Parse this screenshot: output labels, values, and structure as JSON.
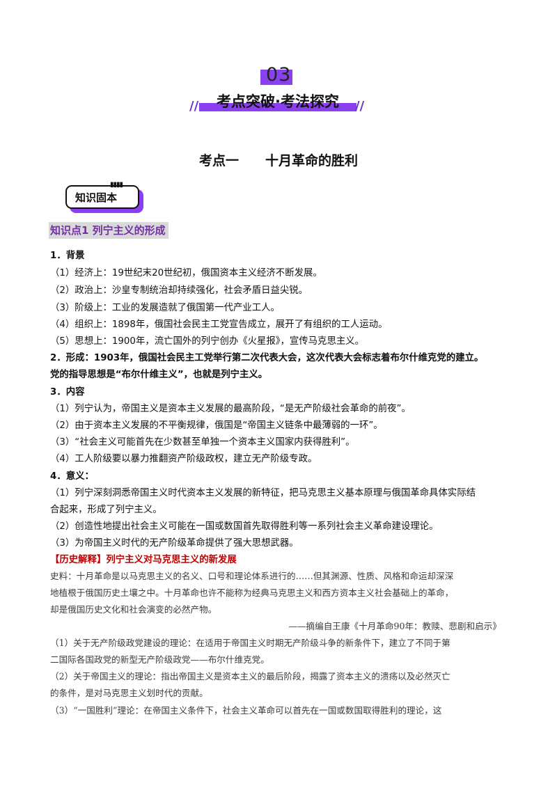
{
  "section": {
    "number": "03",
    "title": "考点突破·考法探究",
    "slash_left": "//",
    "slash_right": "//"
  },
  "topic_title": "考点一　　十月革命的胜利",
  "tag_label": "知识固本",
  "tag_rings": "▮▮▮▮",
  "knowledge_point": "知识点1  列宁主义的形成",
  "lines": [
    {
      "text": "1．背景",
      "bold": true
    },
    {
      "text": "（1）经济上：19世纪末20世纪初，俄国资本主义经济不断发展。"
    },
    {
      "text": "（2）政治上：沙皇专制统治却持续强化，社会矛盾日益尖锐。"
    },
    {
      "text": "（3）阶级上：工业的发展造就了俄国第一代产业工人。"
    },
    {
      "text": "（4）组织上：1898年，俄国社会民主工党宣告成立，展开了有组织的工人运动。"
    },
    {
      "text": "（5）思想上：1900年，流亡国外的列宁创办《火星报》，宣传马克思主义。"
    },
    {
      "text": "2．形成：1903年，俄国社会民主工党举行第二次代表大会，这次代表大会标志着布尔什维克党的建立。",
      "bold": true
    },
    {
      "text": "党的指导思想是“布尔什维主义”，也就是列宁主义。",
      "bold": true
    },
    {
      "text": "3．内容",
      "bold": true
    },
    {
      "text": "（1）列宁认为，帝国主义是资本主义发展的最高阶段，“是无产阶级社会革命的前夜”。"
    },
    {
      "text": "（2）由于资本主义发展的不平衡规律，俄国是“帝国主义链条中最薄弱的一环”。"
    },
    {
      "text": "（3）“社会主义可能首先在少数甚至单独一个资本主义国家内获得胜利”。"
    },
    {
      "text": "（4）工人阶级要以暴力推翻资产阶级政权，建立无产阶级专政。"
    },
    {
      "text": "4．意义：",
      "bold": true
    },
    {
      "text": "（1）列宁深刻洞悉帝国主义时代资本主义发展的新特征，把马克思主义基本原理与俄国革命具体实际结"
    },
    {
      "text": "合起来，形成了列宁主义。"
    },
    {
      "text": "（2）创造性地提出社会主义可能在一国或数国首先取得胜利等一系列社会主义革命建设理论。"
    },
    {
      "text": "（3）为帝国主义时代的无产阶级革命提供了强大思想武器。"
    }
  ],
  "history_heading": "【历史解释】列宁主义对马克思主义的新发展",
  "source_lines": [
    "史料：十月革命是以马克思主义的名义、口号和理论体系进行的……但其渊源、性质、风格和命运却深深",
    "地植根于俄国历史土壤之中。十月革命也许不能称为经典马克思主义和西方资本主义社会基础上的革命，",
    "却是俄国历史文化和社会演变的必然产物。"
  ],
  "citation": "——摘编自王康《十月革命90年：教赎、悲剧和启示》",
  "analysis_lines": [
    "（1）关于无产阶级政党建设的理论：在适用于帝国主义时期无产阶级斗争的新条件下，建立了不同于第",
    "二国际各国政党的新型无产阶级政党——布尔什维克党。",
    "（2）关于帝国主义的理论：指出帝国主义是资本主义的最后阶段，揭露了资本主义的溃疡以及必然灭亡",
    "的条件，是对马克思主义划时代的贡献。",
    "（3）“一国胜利”理论：在帝国主义条件下，社会主义革命可以首先在一国或数国取得胜利的理论，这"
  ]
}
